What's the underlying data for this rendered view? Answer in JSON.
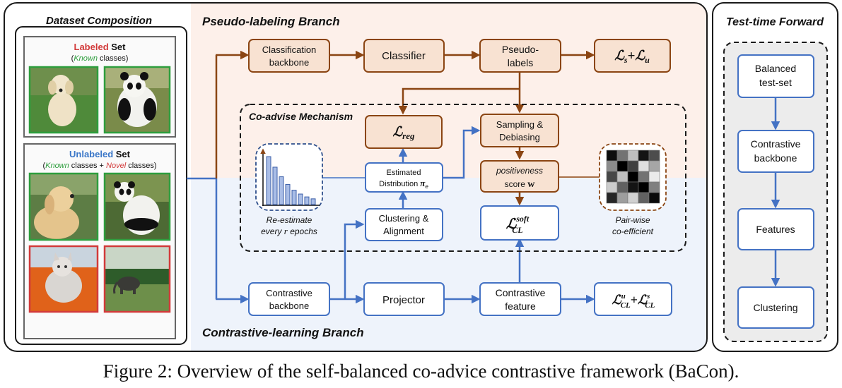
{
  "dataset": {
    "title": "Dataset Composition",
    "labeled": {
      "word": "Labeled",
      "set": " Set",
      "paren_open": "(",
      "known": "Known",
      "classes": " classes)"
    },
    "unlabeled": {
      "word": "Unlabeled",
      "set": " Set",
      "paren_open": "(",
      "known": "Known",
      "mid": " classes + ",
      "novel": "Novel",
      "classes": " classes)"
    }
  },
  "branches": {
    "pseudo": "Pseudo-labeling Branch",
    "contrastive": "Contrastive-learning Branch",
    "coadvise": "Co-advise Mechanism",
    "test": "Test-time Forward"
  },
  "nodes": {
    "classification_backbone": [
      "Classification",
      "backbone"
    ],
    "classifier": "Classifier",
    "pseudo_labels": [
      "Pseudo-",
      "labels"
    ],
    "loss_su": {
      "s_main": "ℒ",
      "s_sub": "s",
      "plus": "+",
      "u_main": "ℒ",
      "u_sub": "u"
    },
    "loss_reg": {
      "main": "ℒ",
      "sub": "reg"
    },
    "sampling": [
      "Sampling &",
      "Debiasing"
    ],
    "estimated": {
      "line1": "Estimated",
      "line2": "Distribution",
      "pi": "π",
      "pi_sub": "e"
    },
    "positiveness": {
      "line1": "positiveness",
      "line2": "score",
      "w": "w"
    },
    "clustering_alignment": [
      "Clustering &",
      "Alignment"
    ],
    "loss_soft": {
      "main": "ℒ",
      "sup": "soft",
      "sub": "CL"
    },
    "re_estimate": {
      "line1": "Re-estimate",
      "line2": "every",
      "r": "r",
      "line2b": "epochs"
    },
    "pairwise": [
      "Pair-wise",
      "co-efficient"
    ],
    "contrastive_backbone": [
      "Contrastive",
      "backbone"
    ],
    "projector": "Projector",
    "contrastive_feature": [
      "Contrastive",
      "feature"
    ],
    "loss_cl": {
      "main1": "ℒ",
      "sup1": "u",
      "sub1": "CL",
      "plus": "+",
      "main2": "ℒ",
      "sup2": "s",
      "sub2": "CL"
    }
  },
  "test_nodes": {
    "balanced": [
      "Balanced",
      "test-set"
    ],
    "contrastive_backbone": [
      "Contrastive",
      "backbone"
    ],
    "features": "Features",
    "clustering": "Clustering"
  },
  "histogram": {
    "values": [
      1.0,
      0.78,
      0.58,
      0.42,
      0.3,
      0.22,
      0.16,
      0.12
    ]
  },
  "matrix": {
    "cells": [
      [
        0.95,
        0.55,
        0.25,
        0.92,
        0.7
      ],
      [
        0.45,
        1.0,
        0.75,
        0.12,
        0.35
      ],
      [
        0.72,
        0.25,
        1.0,
        0.55,
        0.08
      ],
      [
        0.2,
        0.62,
        0.92,
        1.0,
        0.5
      ],
      [
        0.85,
        0.38,
        0.18,
        0.62,
        0.96
      ]
    ]
  },
  "colors": {
    "brown": "#8b4513",
    "brown_fill": "#f8e2d2",
    "blue": "#4472c4",
    "pseudo_bg": "#fdf0ea",
    "contrastive_bg": "#eef3fb",
    "known_green": "#2e9e3e",
    "labeled_red": "#d23a3a",
    "novel_red": "#d23a3a",
    "unlabeled_blue": "#3b77c8"
  },
  "caption": "Figure 2: Overview of the self-balanced co-advice contrastive framework (BaCon)."
}
